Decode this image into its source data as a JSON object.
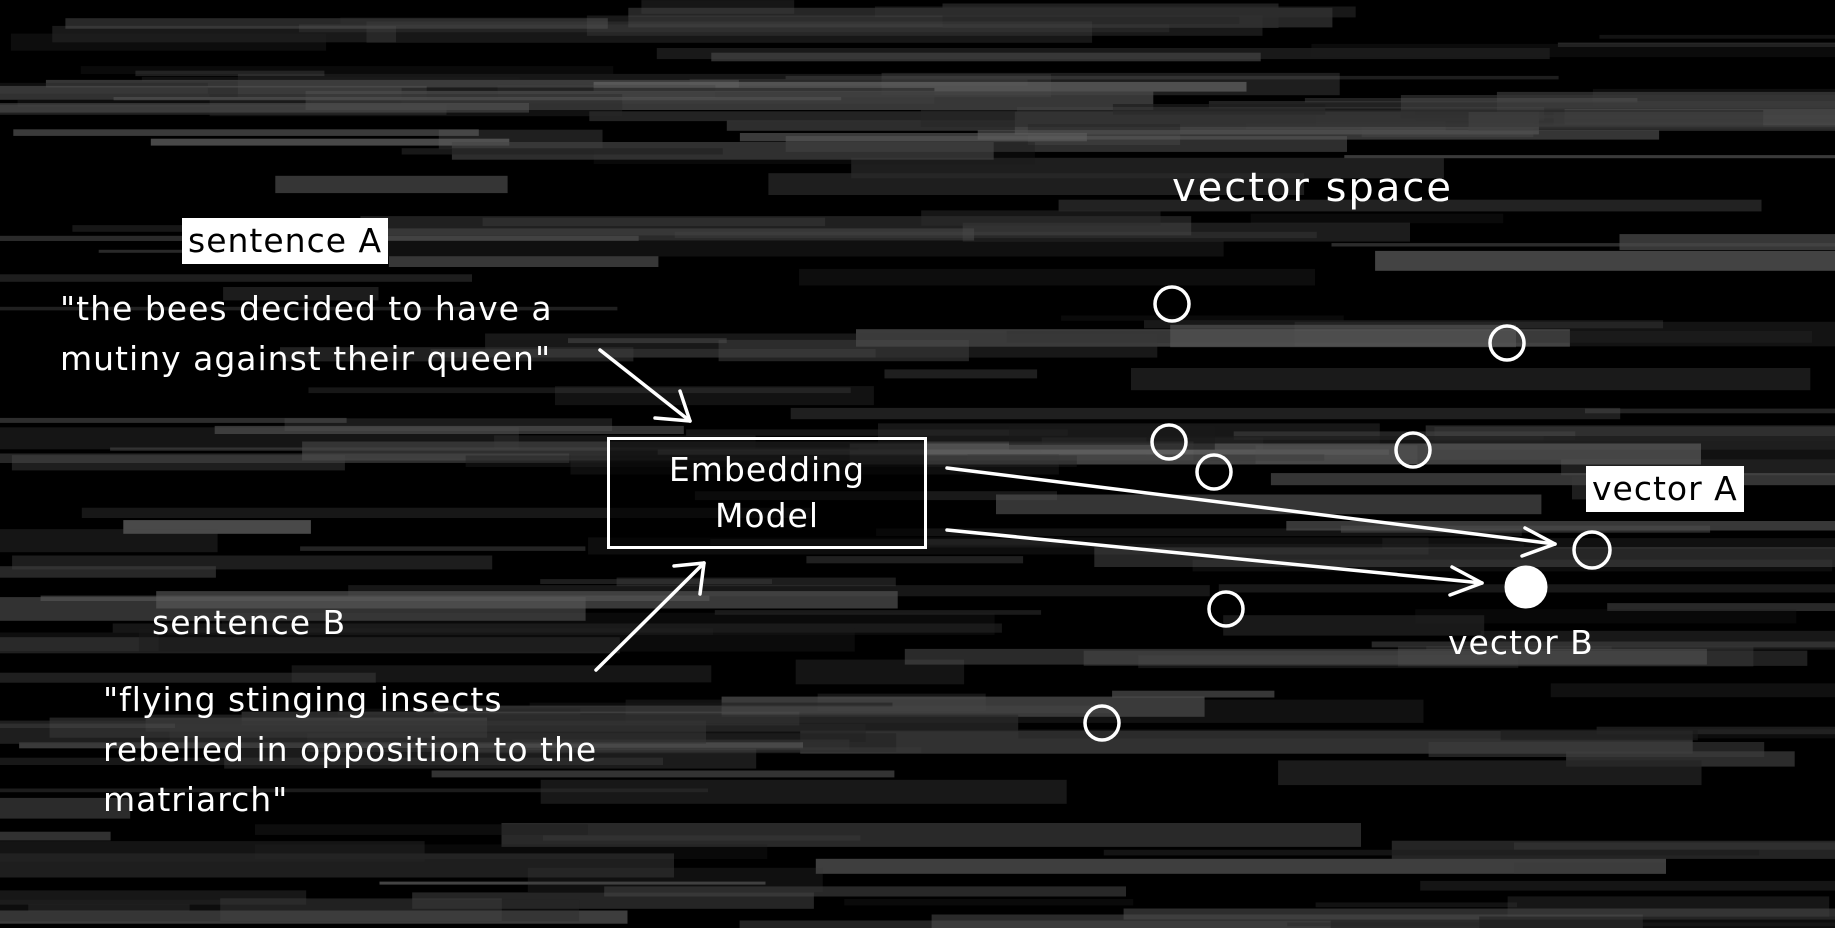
{
  "diagram": {
    "title": "vector space",
    "sentence_a": {
      "label": "sentence A",
      "text": "\"the bees decided to have a mutiny against their queen\""
    },
    "sentence_b": {
      "label": "sentence B",
      "text": "\"flying stinging insects rebelled in opposition to the matriarch\""
    },
    "model": {
      "label": "Embedding\nModel"
    },
    "vector_a": {
      "label": "vector A"
    },
    "vector_b": {
      "label": "vector B"
    },
    "colors": {
      "background": "#000000",
      "foreground": "#ffffff"
    }
  }
}
